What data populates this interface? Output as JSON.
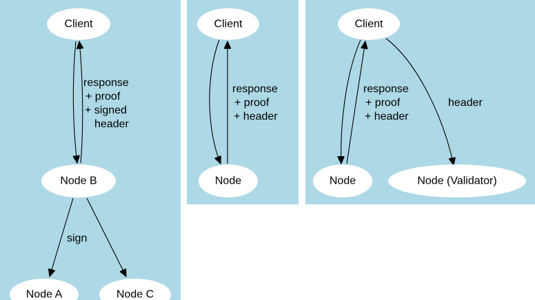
{
  "colors": {
    "panel_background": "#add8e6",
    "node_fill": "#ffffff",
    "edge_stroke": "#000000",
    "page_background": "#ffffff"
  },
  "panels": [
    {
      "nodes": {
        "client": "Client",
        "node_b": "Node B",
        "node_a": "Node A",
        "node_c": "Node C"
      },
      "edge_labels": {
        "response_lines": [
          "response",
          "+ proof",
          "+ signed",
          "header"
        ],
        "sign": "sign"
      }
    },
    {
      "nodes": {
        "client": "Client",
        "node": "Node"
      },
      "edge_labels": {
        "response_lines": [
          "response",
          "+ proof",
          "+ header"
        ]
      }
    },
    {
      "nodes": {
        "client": "Client",
        "node": "Node",
        "validator": "Node (Validator)"
      },
      "edge_labels": {
        "response_lines": [
          "response",
          "+ proof",
          "+ header"
        ],
        "header": "header"
      }
    }
  ]
}
